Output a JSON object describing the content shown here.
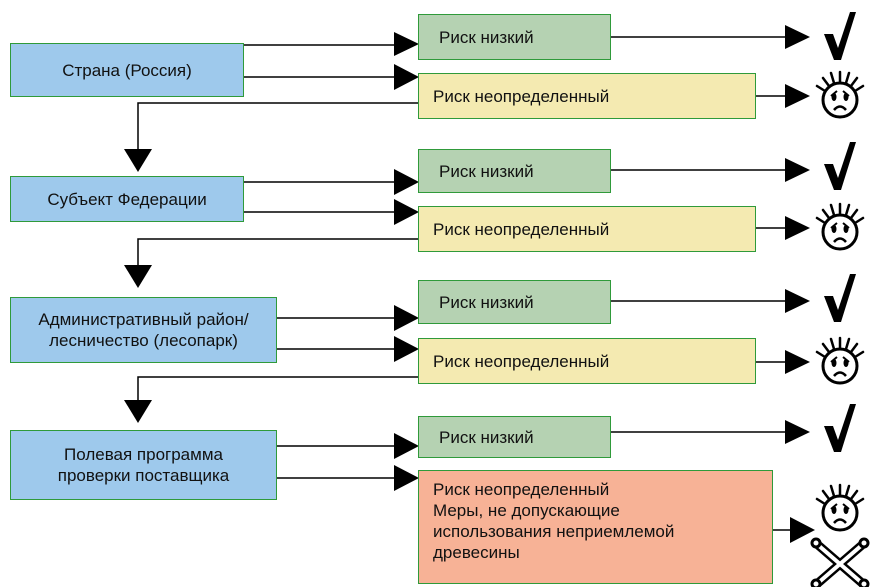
{
  "levels": [
    {
      "lines": [
        "Страна (Россия)"
      ]
    },
    {
      "lines": [
        "Субъект Федерации"
      ]
    },
    {
      "lines": [
        "Административный район/",
        "лесничество (лесопарк)"
      ]
    },
    {
      "lines": [
        "Полевая программа",
        "проверки поставщика"
      ]
    }
  ],
  "risk_low_label": "Риск низкий",
  "risk_uncertain_label": "Риск неопределенный",
  "final_box": {
    "lines": [
      "Риск неопределенный",
      "Меры, не допускающие",
      "использования неприемлемой",
      "древесины"
    ]
  },
  "icons": {
    "low_outcome": "checkmark-icon",
    "uncertain_outcome": "sad-face-icon",
    "final_outcome": "skull-crossbones-icon"
  }
}
